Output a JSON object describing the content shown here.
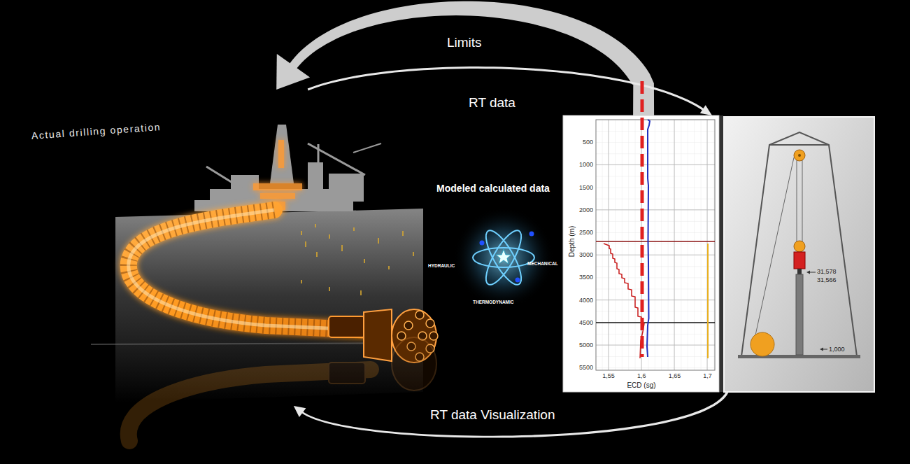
{
  "diagram": {
    "nodes": [
      {
        "text": [
          "Actual drilling operation"
        ]
      },
      {
        "text": [
          "Modeled calculated data"
        ]
      },
      {
        "text": [
          "Depth (m)",
          "ECD (sg)"
        ]
      },
      {
        "text": [
          "31,578",
          "31,566",
          "1,000"
        ]
      }
    ],
    "edges": [
      {
        "from": 2,
        "to": 0,
        "label": "Limits",
        "arrow": "to"
      },
      {
        "from": 0,
        "to": 2,
        "label": "RT data",
        "arrow": "to"
      },
      {
        "from": 3,
        "to": 0,
        "label": "RT data Visualization",
        "arrow": "to"
      }
    ],
    "labels": [
      "HYDRAULIC",
      "MECHANICAL",
      "THERMODYNAMIC",
      "500",
      "1000",
      "1500",
      "2000",
      "2500",
      "3000",
      "3500",
      "4000",
      "4500",
      "5000",
      "5500",
      "1,55",
      "1,6",
      "1,65",
      "1,7"
    ]
  }
}
